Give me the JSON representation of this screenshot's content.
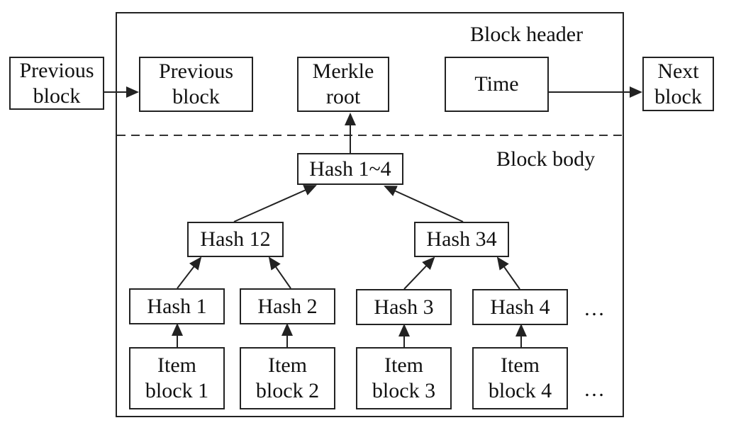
{
  "header": {
    "label": "Block header",
    "previous_block": [
      "Previous",
      "block"
    ],
    "merkle_root": [
      "Merkle",
      "root"
    ],
    "time": "Time"
  },
  "outside": {
    "previous_block": [
      "Previous",
      "block"
    ],
    "next_block": [
      "Next",
      "block"
    ]
  },
  "body": {
    "label": "Block body",
    "hash_root": "Hash 1~4",
    "hash_12": "Hash 12",
    "hash_34": "Hash 34",
    "hashes": [
      "Hash 1",
      "Hash 2",
      "Hash 3",
      "Hash 4"
    ],
    "items": [
      [
        "Item",
        "block 1"
      ],
      [
        "Item",
        "block 2"
      ],
      [
        "Item",
        "block 3"
      ],
      [
        "Item",
        "block 4"
      ]
    ],
    "ellipsis": "…"
  }
}
